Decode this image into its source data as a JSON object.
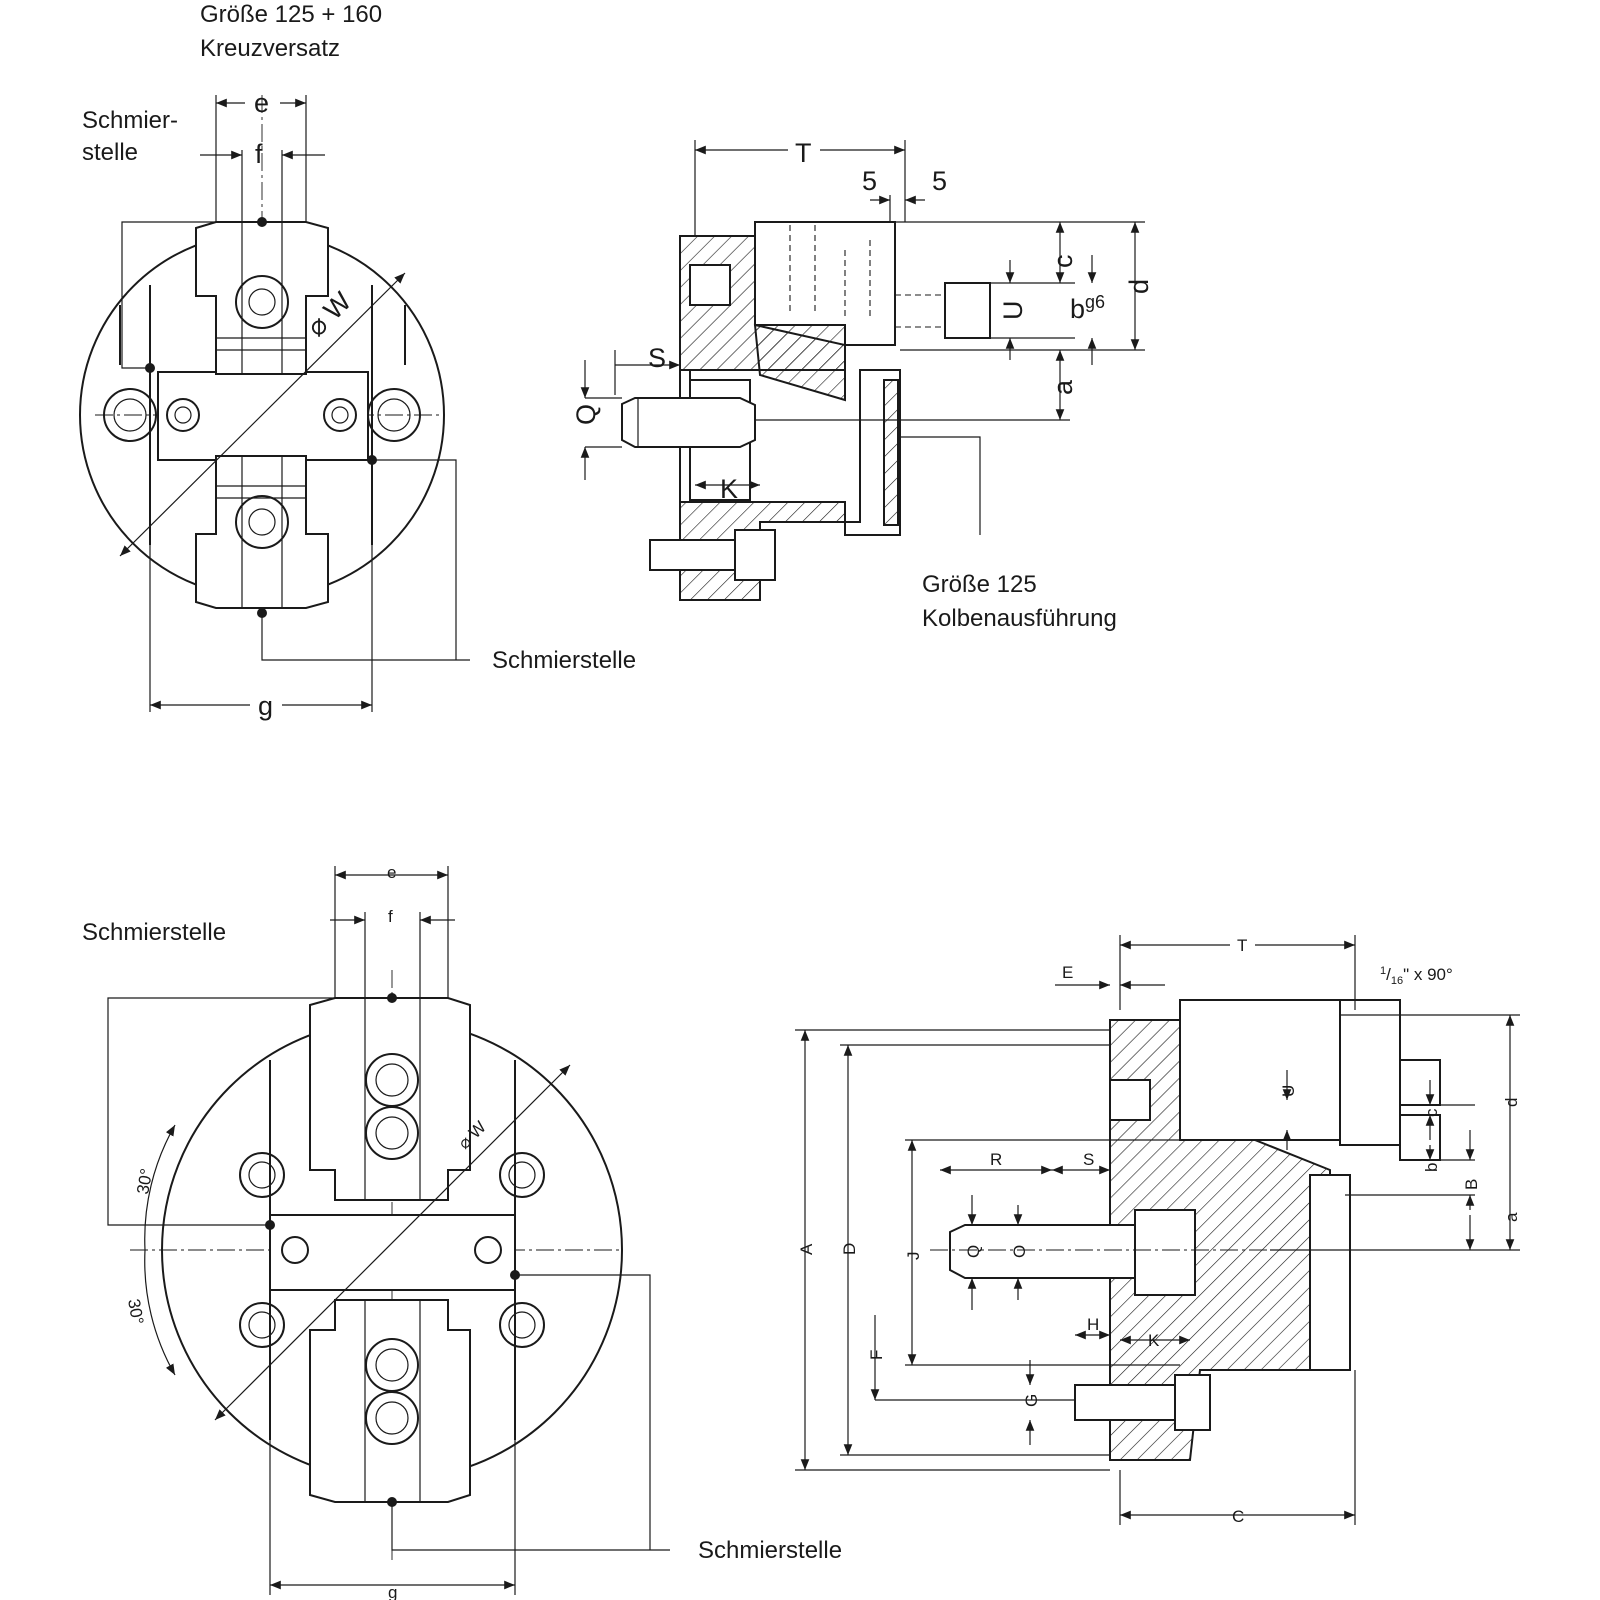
{
  "top_front": {
    "caption_line1": "Größe 125 + 160",
    "caption_line2": "Kreuzversatz",
    "lube_left_line1": "Schmier-",
    "lube_left_line2": "stelle",
    "lube_bottom": "Schmierstelle",
    "dim_e": "e",
    "dim_f": "f",
    "dim_g": "g",
    "dim_w": "⌀ W"
  },
  "top_side": {
    "dim_T": "T",
    "dim_5a": "5",
    "dim_5b": "5",
    "dim_S": "S",
    "dim_Q": "Q",
    "dim_K": "K",
    "dim_c": "c",
    "dim_U": "U",
    "dim_b": "b",
    "dim_b_sup": "g6",
    "dim_d": "d",
    "dim_a": "a",
    "caption_line1": "Größe 125",
    "caption_line2": "Kolbenausführung"
  },
  "bottom_front": {
    "lube_left": "Schmierstelle",
    "lube_bottom": "Schmierstelle",
    "dim_e": "e",
    "dim_f": "f",
    "dim_g": "g",
    "dim_w": "⌀ W",
    "angle_upper": "30°",
    "angle_lower": "30°"
  },
  "bottom_side": {
    "dim_T": "T",
    "dim_E": "E",
    "chamfer_num": "1",
    "chamfer_den": "16",
    "chamfer_rest": "\" x 90°",
    "dim_A": "A",
    "dim_D": "D",
    "dim_J": "J",
    "dim_R": "R",
    "dim_S": "S",
    "dim_Q": "Q",
    "dim_O": "O",
    "dim_F": "F",
    "dim_H": "H",
    "dim_K": "K",
    "dim_G": "G",
    "dim_U": "U",
    "dim_c": "c",
    "dim_b": "b",
    "dim_B": "B",
    "dim_a": "a",
    "dim_d": "d",
    "dim_C": "C"
  }
}
